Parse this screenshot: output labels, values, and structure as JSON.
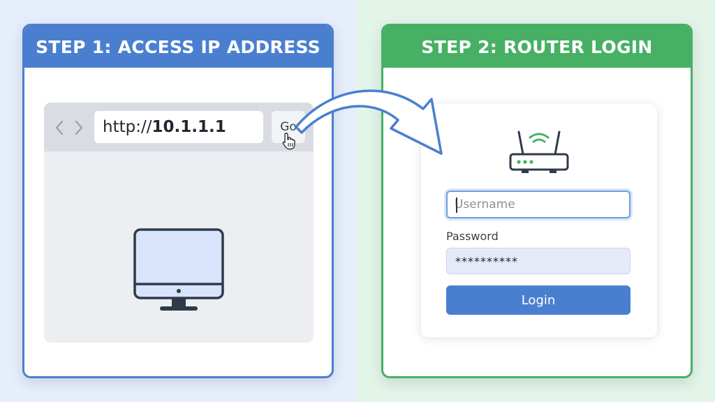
{
  "colors": {
    "step1_accent": "#4a7fd0",
    "step2_accent": "#47b065",
    "login_button": "#4a7fd0"
  },
  "step1": {
    "title": "STEP 1: ACCESS IP ADDRESS",
    "browser": {
      "url_prefix": "http://",
      "url_ip": "10.1.1.1",
      "go_label": "Go",
      "icons": [
        "back-arrow-icon",
        "forward-arrow-icon",
        "hand-cursor-icon",
        "monitor-icon"
      ]
    }
  },
  "step2": {
    "title": "STEP 2: ROUTER LOGIN",
    "login": {
      "router_icon": "wifi-router-icon",
      "username_placeholder": "Username",
      "password_label": "Password",
      "password_value": "**********",
      "login_label": "Login"
    }
  }
}
